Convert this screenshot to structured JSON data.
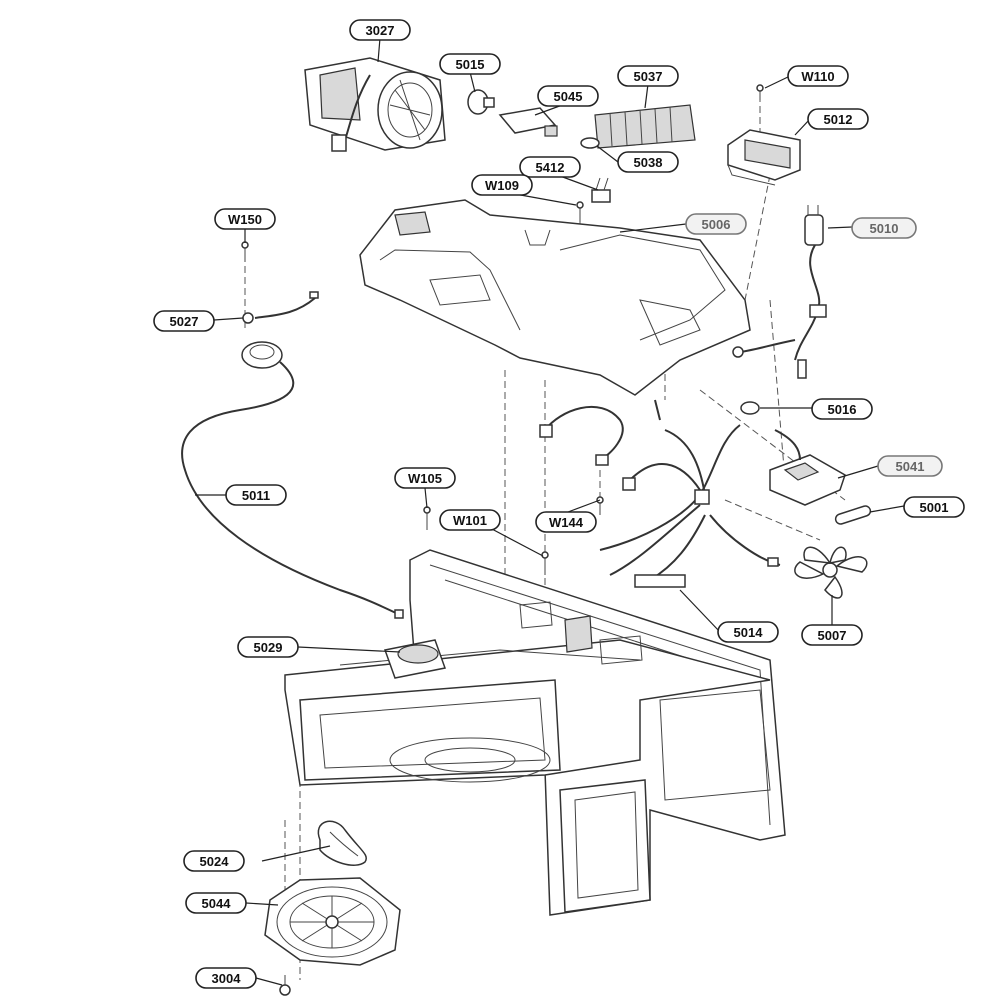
{
  "callouts": [
    {
      "id": "3027",
      "gray": false
    },
    {
      "id": "5015",
      "gray": false
    },
    {
      "id": "5045",
      "gray": false
    },
    {
      "id": "5037",
      "gray": false
    },
    {
      "id": "W110",
      "gray": false
    },
    {
      "id": "5012",
      "gray": false
    },
    {
      "id": "5038",
      "gray": false
    },
    {
      "id": "5412",
      "gray": false
    },
    {
      "id": "W109",
      "gray": false
    },
    {
      "id": "5006",
      "gray": true
    },
    {
      "id": "5010",
      "gray": true
    },
    {
      "id": "W150",
      "gray": false
    },
    {
      "id": "5027",
      "gray": false
    },
    {
      "id": "5016",
      "gray": false
    },
    {
      "id": "5041",
      "gray": true
    },
    {
      "id": "5011",
      "gray": false
    },
    {
      "id": "W105",
      "gray": false
    },
    {
      "id": "5001",
      "gray": false
    },
    {
      "id": "W101",
      "gray": false
    },
    {
      "id": "W144",
      "gray": false
    },
    {
      "id": "5014",
      "gray": false
    },
    {
      "id": "5007",
      "gray": false
    },
    {
      "id": "5029",
      "gray": false
    },
    {
      "id": "5024",
      "gray": false
    },
    {
      "id": "5044",
      "gray": false
    },
    {
      "id": "3004",
      "gray": false
    }
  ]
}
